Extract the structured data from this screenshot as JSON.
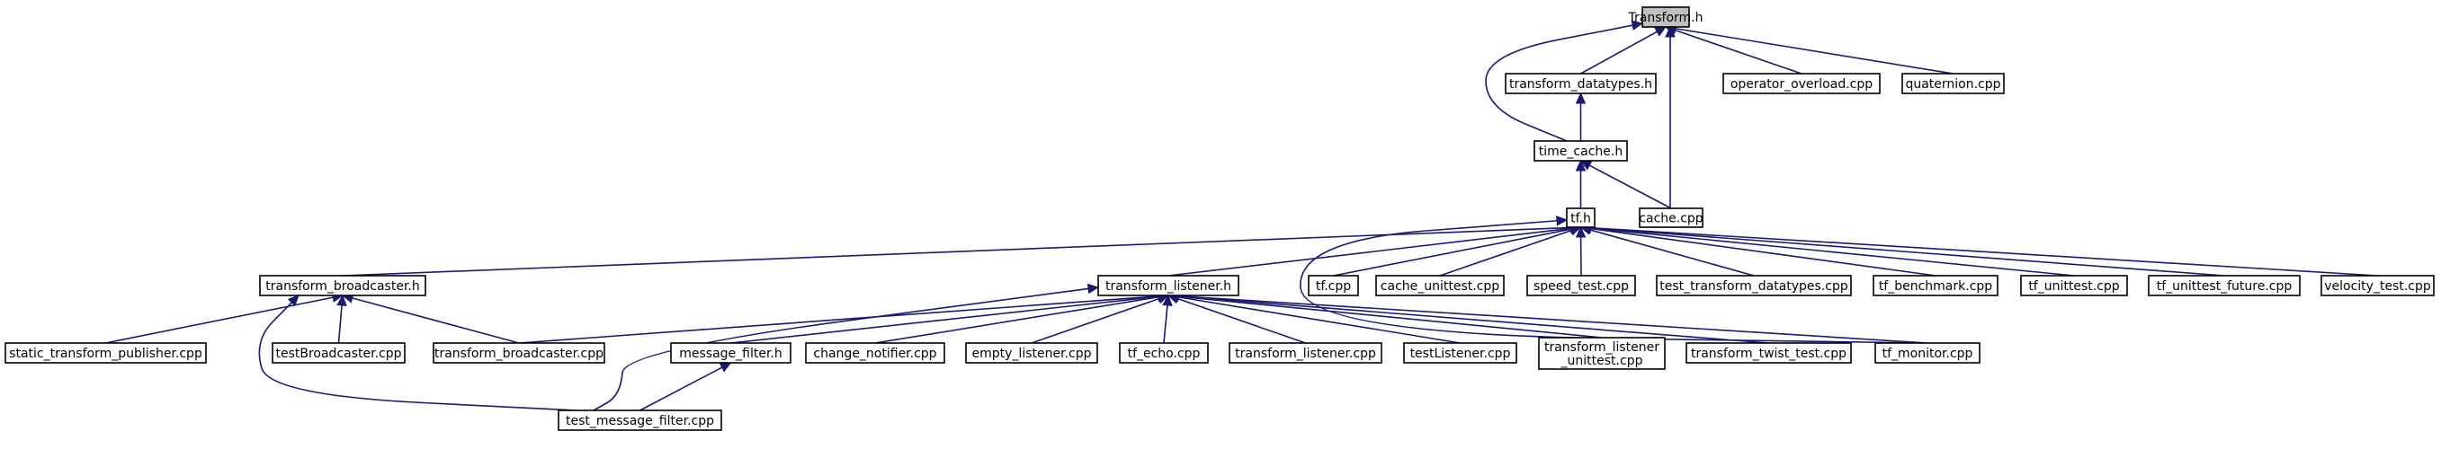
{
  "diagram": {
    "nodes": [
      {
        "id": "transform_h",
        "lines": [
          "Transform.h"
        ],
        "root": true
      },
      {
        "id": "transform_datatypes_h",
        "lines": [
          "transform_datatypes.h"
        ]
      },
      {
        "id": "operator_overload_cpp",
        "lines": [
          "operator_overload.cpp"
        ]
      },
      {
        "id": "quaternion_cpp",
        "lines": [
          "quaternion.cpp"
        ]
      },
      {
        "id": "time_cache_h",
        "lines": [
          "time_cache.h"
        ]
      },
      {
        "id": "tf_h",
        "lines": [
          "tf.h"
        ]
      },
      {
        "id": "cache_cpp",
        "lines": [
          "cache.cpp"
        ]
      },
      {
        "id": "transform_broadcaster_h",
        "lines": [
          "transform_broadcaster.h"
        ]
      },
      {
        "id": "transform_listener_h",
        "lines": [
          "transform_listener.h"
        ]
      },
      {
        "id": "tf_cpp",
        "lines": [
          "tf.cpp"
        ]
      },
      {
        "id": "cache_unittest_cpp",
        "lines": [
          "cache_unittest.cpp"
        ]
      },
      {
        "id": "speed_test_cpp",
        "lines": [
          "speed_test.cpp"
        ]
      },
      {
        "id": "test_transform_datatypes_cpp",
        "lines": [
          "test_transform_datatypes.cpp"
        ]
      },
      {
        "id": "tf_benchmark_cpp",
        "lines": [
          "tf_benchmark.cpp"
        ]
      },
      {
        "id": "tf_unittest_cpp",
        "lines": [
          "tf_unittest.cpp"
        ]
      },
      {
        "id": "tf_unittest_future_cpp",
        "lines": [
          "tf_unittest_future.cpp"
        ]
      },
      {
        "id": "velocity_test_cpp",
        "lines": [
          "velocity_test.cpp"
        ]
      },
      {
        "id": "static_transform_publisher_cpp",
        "lines": [
          "static_transform_publisher.cpp"
        ]
      },
      {
        "id": "testBroadcaster_cpp",
        "lines": [
          "testBroadcaster.cpp"
        ]
      },
      {
        "id": "transform_broadcaster_cpp",
        "lines": [
          "transform_broadcaster.cpp"
        ]
      },
      {
        "id": "message_filter_h",
        "lines": [
          "message_filter.h"
        ]
      },
      {
        "id": "change_notifier_cpp",
        "lines": [
          "change_notifier.cpp"
        ]
      },
      {
        "id": "empty_listener_cpp",
        "lines": [
          "empty_listener.cpp"
        ]
      },
      {
        "id": "tf_echo_cpp",
        "lines": [
          "tf_echo.cpp"
        ]
      },
      {
        "id": "transform_listener_cpp",
        "lines": [
          "transform_listener.cpp"
        ]
      },
      {
        "id": "testListener_cpp",
        "lines": [
          "testListener.cpp"
        ]
      },
      {
        "id": "transform_listener_unittest_cpp",
        "lines": [
          "transform_listener",
          "_unittest.cpp"
        ]
      },
      {
        "id": "transform_twist_test_cpp",
        "lines": [
          "transform_twist_test.cpp"
        ]
      },
      {
        "id": "tf_monitor_cpp",
        "lines": [
          "tf_monitor.cpp"
        ]
      },
      {
        "id": "test_message_filter_cpp",
        "lines": [
          "test_message_filter.cpp"
        ]
      }
    ],
    "edges": [
      {
        "from": "transform_datatypes_h",
        "to": "transform_h"
      },
      {
        "from": "operator_overload_cpp",
        "to": "transform_h"
      },
      {
        "from": "quaternion_cpp",
        "to": "transform_h"
      },
      {
        "from": "time_cache_h",
        "to": "transform_h"
      },
      {
        "from": "cache_cpp",
        "to": "transform_h"
      },
      {
        "from": "time_cache_h",
        "to": "transform_datatypes_h"
      },
      {
        "from": "tf_h",
        "to": "time_cache_h"
      },
      {
        "from": "cache_cpp",
        "to": "time_cache_h"
      },
      {
        "from": "transform_broadcaster_h",
        "to": "tf_h"
      },
      {
        "from": "transform_listener_h",
        "to": "tf_h"
      },
      {
        "from": "tf_cpp",
        "to": "tf_h"
      },
      {
        "from": "cache_unittest_cpp",
        "to": "tf_h"
      },
      {
        "from": "speed_test_cpp",
        "to": "tf_h"
      },
      {
        "from": "test_transform_datatypes_cpp",
        "to": "tf_h"
      },
      {
        "from": "tf_benchmark_cpp",
        "to": "tf_h"
      },
      {
        "from": "tf_unittest_cpp",
        "to": "tf_h"
      },
      {
        "from": "tf_unittest_future_cpp",
        "to": "tf_h"
      },
      {
        "from": "velocity_test_cpp",
        "to": "tf_h"
      },
      {
        "from": "tf_monitor_cpp",
        "to": "tf_h"
      },
      {
        "from": "static_transform_publisher_cpp",
        "to": "transform_broadcaster_h"
      },
      {
        "from": "testBroadcaster_cpp",
        "to": "transform_broadcaster_h"
      },
      {
        "from": "transform_broadcaster_cpp",
        "to": "transform_broadcaster_h"
      },
      {
        "from": "test_message_filter_cpp",
        "to": "transform_broadcaster_h"
      },
      {
        "from": "transform_broadcaster_cpp",
        "to": "transform_listener_h"
      },
      {
        "from": "message_filter_h",
        "to": "transform_listener_h"
      },
      {
        "from": "change_notifier_cpp",
        "to": "transform_listener_h"
      },
      {
        "from": "empty_listener_cpp",
        "to": "transform_listener_h"
      },
      {
        "from": "tf_echo_cpp",
        "to": "transform_listener_h"
      },
      {
        "from": "transform_listener_cpp",
        "to": "transform_listener_h"
      },
      {
        "from": "testListener_cpp",
        "to": "transform_listener_h"
      },
      {
        "from": "transform_listener_unittest_cpp",
        "to": "transform_listener_h"
      },
      {
        "from": "transform_twist_test_cpp",
        "to": "transform_listener_h"
      },
      {
        "from": "tf_monitor_cpp",
        "to": "transform_listener_h"
      },
      {
        "from": "test_message_filter_cpp",
        "to": "transform_listener_h"
      },
      {
        "from": "test_message_filter_cpp",
        "to": "message_filter_h"
      }
    ]
  }
}
